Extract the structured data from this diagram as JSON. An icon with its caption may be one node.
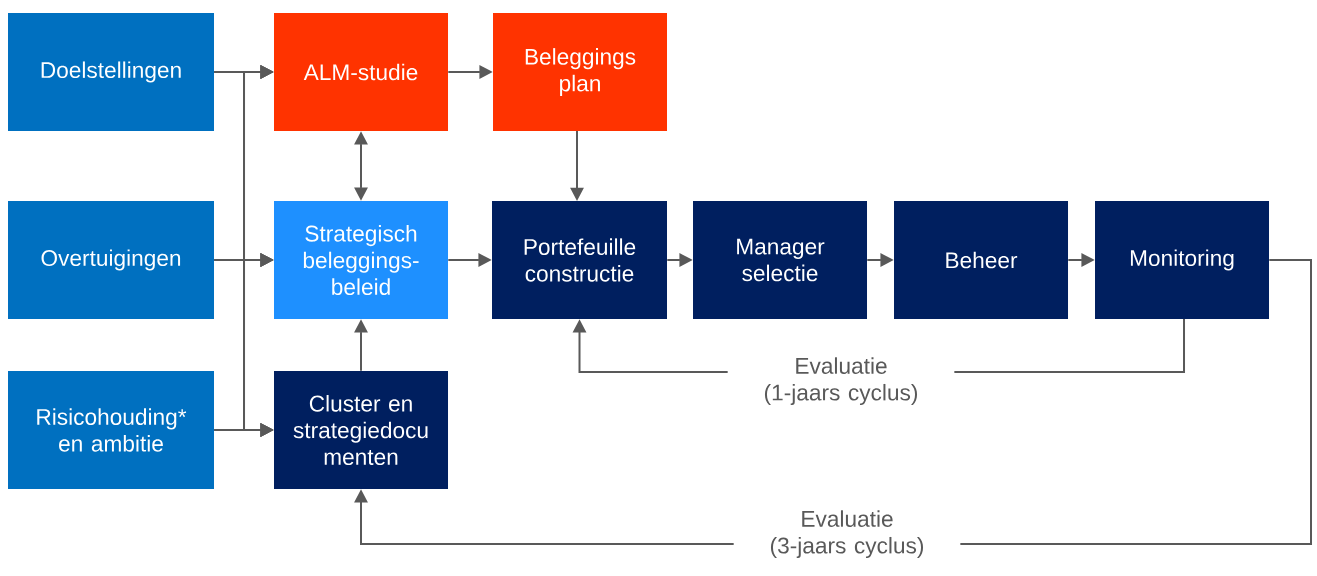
{
  "diagram": {
    "nodes": [
      {
        "text": [
          "Doelstellingen"
        ]
      },
      {
        "text": [
          "Overtuigingen"
        ]
      },
      {
        "text": [
          "Risicohouding* en ambitie"
        ]
      },
      {
        "text": [
          "ALM-studie"
        ]
      },
      {
        "text": [
          "Beleggings plan"
        ]
      },
      {
        "text": [
          "Strategisch beleggings-beleid"
        ]
      },
      {
        "text": [
          "Cluster en strategiedocu menten"
        ]
      },
      {
        "text": [
          "Portefeuille constructie"
        ]
      },
      {
        "text": [
          "Manager selectie"
        ]
      },
      {
        "text": [
          "Beheer"
        ]
      },
      {
        "text": [
          "Monitoring"
        ]
      }
    ],
    "edges": [
      {
        "from": 0,
        "to": 3,
        "arrow": "to"
      },
      {
        "from": 0,
        "to": 5,
        "arrow": "to"
      },
      {
        "from": 0,
        "to": 6,
        "arrow": "to"
      },
      {
        "from": 1,
        "to": 3,
        "arrow": "to"
      },
      {
        "from": 1,
        "to": 5,
        "arrow": "to"
      },
      {
        "from": 1,
        "to": 6,
        "arrow": "to"
      },
      {
        "from": 2,
        "to": 3,
        "arrow": "to"
      },
      {
        "from": 2,
        "to": 5,
        "arrow": "to"
      },
      {
        "from": 2,
        "to": 6,
        "arrow": "to"
      },
      {
        "from": 3,
        "to": 4,
        "arrow": "to"
      },
      {
        "from": 3,
        "to": 5,
        "arrow": "both"
      },
      {
        "from": 6,
        "to": 5,
        "arrow": "to"
      },
      {
        "from": 4,
        "to": 7,
        "arrow": "to"
      },
      {
        "from": 5,
        "to": 7,
        "arrow": "to"
      },
      {
        "from": 7,
        "to": 8,
        "arrow": "to"
      },
      {
        "from": 8,
        "to": 9,
        "arrow": "to"
      },
      {
        "from": 9,
        "to": 10,
        "arrow": "to"
      },
      {
        "from": 10,
        "to": 7,
        "arrow": "to",
        "label": "Evaluatie (1-jaars cyclus)"
      },
      {
        "from": 10,
        "to": 6,
        "arrow": "to",
        "label": "Evaluatie (3-jaars cyclus)"
      }
    ]
  }
}
